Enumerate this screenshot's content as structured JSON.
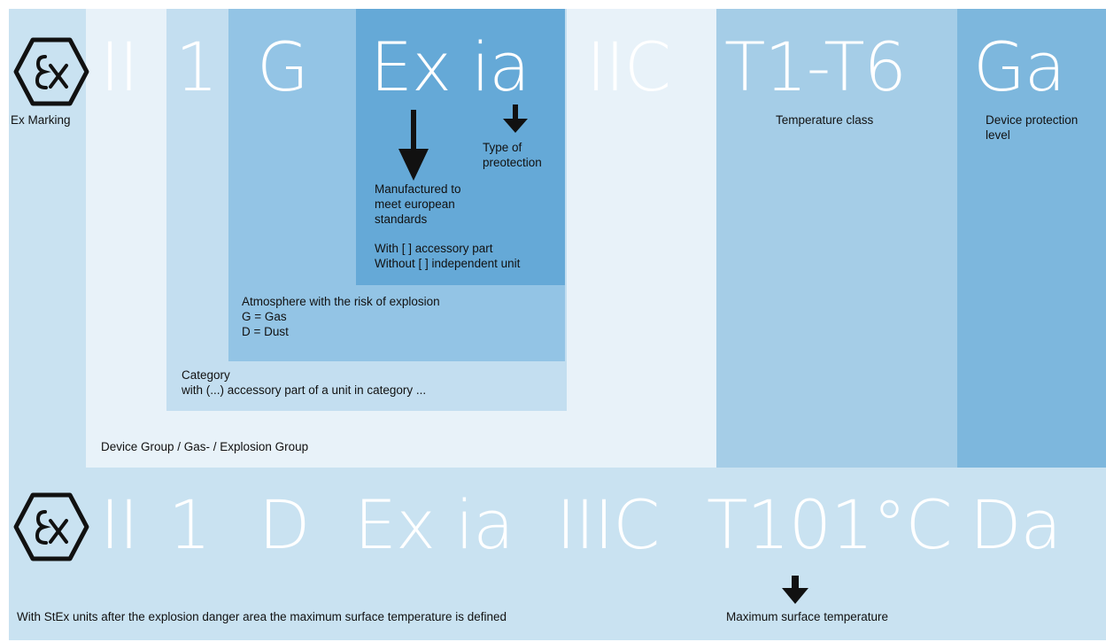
{
  "marking_top": {
    "group": "II",
    "category": "1",
    "atmosphere": "G",
    "protection": "Ex ia",
    "gas_group": "IIC",
    "temp_class": "T1-T6",
    "epl": "Ga"
  },
  "marking_bottom": {
    "group": "II",
    "category": "1",
    "atmosphere": "D",
    "protection": "Ex ia",
    "dust_group": "IIIC",
    "temperature": "T101°C",
    "epl": "Da"
  },
  "labels": {
    "ex_marking": "Ex Marking",
    "type_of_protection": [
      "Type of",
      "preotection"
    ],
    "manufactured": [
      "Manufactured to",
      "meet european",
      "standards"
    ],
    "with_without": [
      "With  [  ] accessory part",
      "Without  [  ] independent unit"
    ],
    "atmosphere": [
      "Atmosphere with the risk of explosion",
      "G = Gas",
      "D = Dust"
    ],
    "category": [
      "Category",
      "with (...) accessory part of a unit in category ..."
    ],
    "device_group": "Device Group / Gas- / Explosion Group",
    "temperature_class": "Temperature class",
    "device_protection_level": [
      "Device protection",
      "level"
    ],
    "stex_note": "With StEx units after the explosion danger area the maximum surface temperature is defined",
    "max_surface_temp": "Maximum surface temperature"
  },
  "colors": {
    "outer": "#c9e2f1",
    "device_group": "#e8f2f9",
    "category": "#c3def0",
    "atmosphere": "#93c4e5",
    "protection": "#65a9d7",
    "temperature_class": "#a5cde7",
    "epl": "#7db7dd"
  },
  "icons": {
    "ex_symbol": "ex-hexagon-icon",
    "arrow": "arrow-down-icon"
  }
}
